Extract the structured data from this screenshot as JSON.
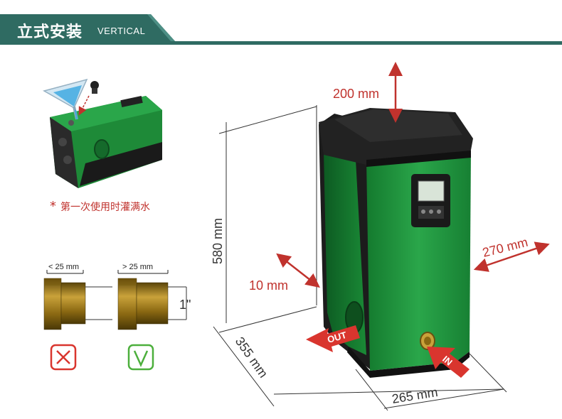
{
  "header": {
    "title": "立式安装",
    "subtitle": "VERTICAL"
  },
  "note": {
    "symbol": "*",
    "text": "第一次使用时灌满水"
  },
  "fittings": {
    "wrong_label": "< 25 mm",
    "right_label": "> 25 mm",
    "thread_label": "1\""
  },
  "dimensions": {
    "top_clearance": "200 mm",
    "side_clearance": "270 mm",
    "height": "580 mm",
    "back_clearance": "10 mm",
    "depth": "355 mm",
    "width": "265 mm"
  },
  "ports": {
    "outlet": "OUT",
    "inlet": "IN"
  },
  "colors": {
    "header_band": "#2f6b62",
    "pump_green": "#22963f",
    "pump_dark": "#1d1d1d",
    "arrow_red": "#c0322d",
    "brass": "#a07a1a",
    "wrong_red": "#d9352e",
    "right_green": "#4caf3c"
  }
}
